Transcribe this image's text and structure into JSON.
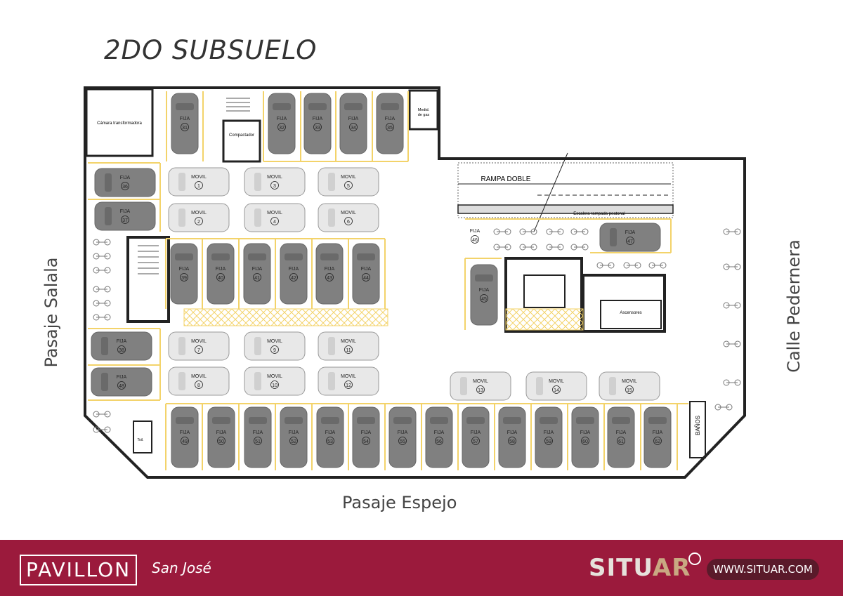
{
  "title": "2DO SUBSUELO",
  "streets": {
    "bottom": "Pasaje Espejo",
    "left": "Pasaje Salala",
    "right": "Calle Pedernera"
  },
  "rooms": {
    "transformer": "Cámara transformadora",
    "compactor": "Compactador",
    "gas": [
      "Medid.",
      "de gas"
    ],
    "ramp": "RAMPA DOBLE",
    "stair": "Escalera rampada peatonal",
    "elevators": "Ascensores",
    "toilet": "Toil.",
    "baths": "BAÑOS"
  },
  "spot_types": {
    "fixed": "FIJA",
    "movable": "MOVIL"
  },
  "spots": [
    {
      "type": "FIJA",
      "n": "31"
    },
    {
      "type": "FIJA",
      "n": "32"
    },
    {
      "type": "FIJA",
      "n": "33"
    },
    {
      "type": "FIJA",
      "n": "34"
    },
    {
      "type": "FIJA",
      "n": "35"
    },
    {
      "type": "FIJA",
      "n": "36"
    },
    {
      "type": "FIJA",
      "n": "37"
    },
    {
      "type": "FIJA",
      "n": "38"
    },
    {
      "type": "FIJA",
      "n": "48"
    },
    {
      "type": "FIJA",
      "n": "39"
    },
    {
      "type": "FIJA",
      "n": "40"
    },
    {
      "type": "FIJA",
      "n": "41"
    },
    {
      "type": "FIJA",
      "n": "42"
    },
    {
      "type": "FIJA",
      "n": "43"
    },
    {
      "type": "FIJA",
      "n": "44"
    },
    {
      "type": "FIJA",
      "n": "45"
    },
    {
      "type": "FIJA",
      "n": "46"
    },
    {
      "type": "FIJA",
      "n": "47"
    },
    {
      "type": "FIJA",
      "n": "49"
    },
    {
      "type": "FIJA",
      "n": "50"
    },
    {
      "type": "FIJA",
      "n": "51"
    },
    {
      "type": "FIJA",
      "n": "52"
    },
    {
      "type": "FIJA",
      "n": "53"
    },
    {
      "type": "FIJA",
      "n": "54"
    },
    {
      "type": "FIJA",
      "n": "55"
    },
    {
      "type": "FIJA",
      "n": "56"
    },
    {
      "type": "FIJA",
      "n": "57"
    },
    {
      "type": "FIJA",
      "n": "58"
    },
    {
      "type": "FIJA",
      "n": "59"
    },
    {
      "type": "FIJA",
      "n": "60"
    },
    {
      "type": "FIJA",
      "n": "61"
    },
    {
      "type": "FIJA",
      "n": "62"
    },
    {
      "type": "MOVIL",
      "n": "1"
    },
    {
      "type": "MOVIL",
      "n": "3"
    },
    {
      "type": "MOVIL",
      "n": "5"
    },
    {
      "type": "MOVIL",
      "n": "2"
    },
    {
      "type": "MOVIL",
      "n": "4"
    },
    {
      "type": "MOVIL",
      "n": "6"
    },
    {
      "type": "MOVIL",
      "n": "7"
    },
    {
      "type": "MOVIL",
      "n": "9"
    },
    {
      "type": "MOVIL",
      "n": "11"
    },
    {
      "type": "MOVIL",
      "n": "8"
    },
    {
      "type": "MOVIL",
      "n": "10"
    },
    {
      "type": "MOVIL",
      "n": "12"
    },
    {
      "type": "MOVIL",
      "n": "13"
    },
    {
      "type": "MOVIL",
      "n": "14"
    },
    {
      "type": "MOVIL",
      "n": "15"
    }
  ],
  "footer": {
    "brand": "PAVILLON",
    "location": "San José",
    "company": "SITUAR",
    "website": "WWW.SITUAR.COM"
  },
  "colors": {
    "footer_bg": "#9b1a3c",
    "fixed_car": "#808080",
    "movable_car": "#e8e8e8",
    "parking_lines": "#f3d36a",
    "walls": "#222222"
  }
}
